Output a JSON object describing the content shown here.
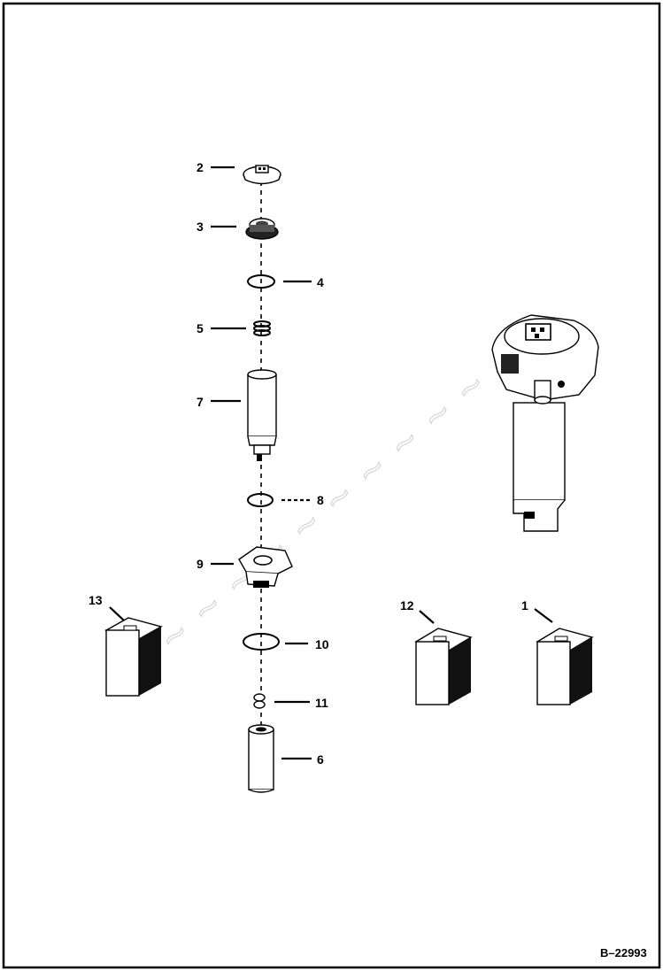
{
  "drawing_ref": "B–22993",
  "callouts": {
    "c1": "1",
    "c2": "2",
    "c3": "3",
    "c4": "4",
    "c5": "5",
    "c6": "6",
    "c7": "7",
    "c8": "8",
    "c9": "9",
    "c10": "10",
    "c11": "11",
    "c12": "12",
    "c13": "13"
  },
  "colors": {
    "ink": "#000000",
    "paper": "#ffffff",
    "box_dark": "#111111"
  }
}
